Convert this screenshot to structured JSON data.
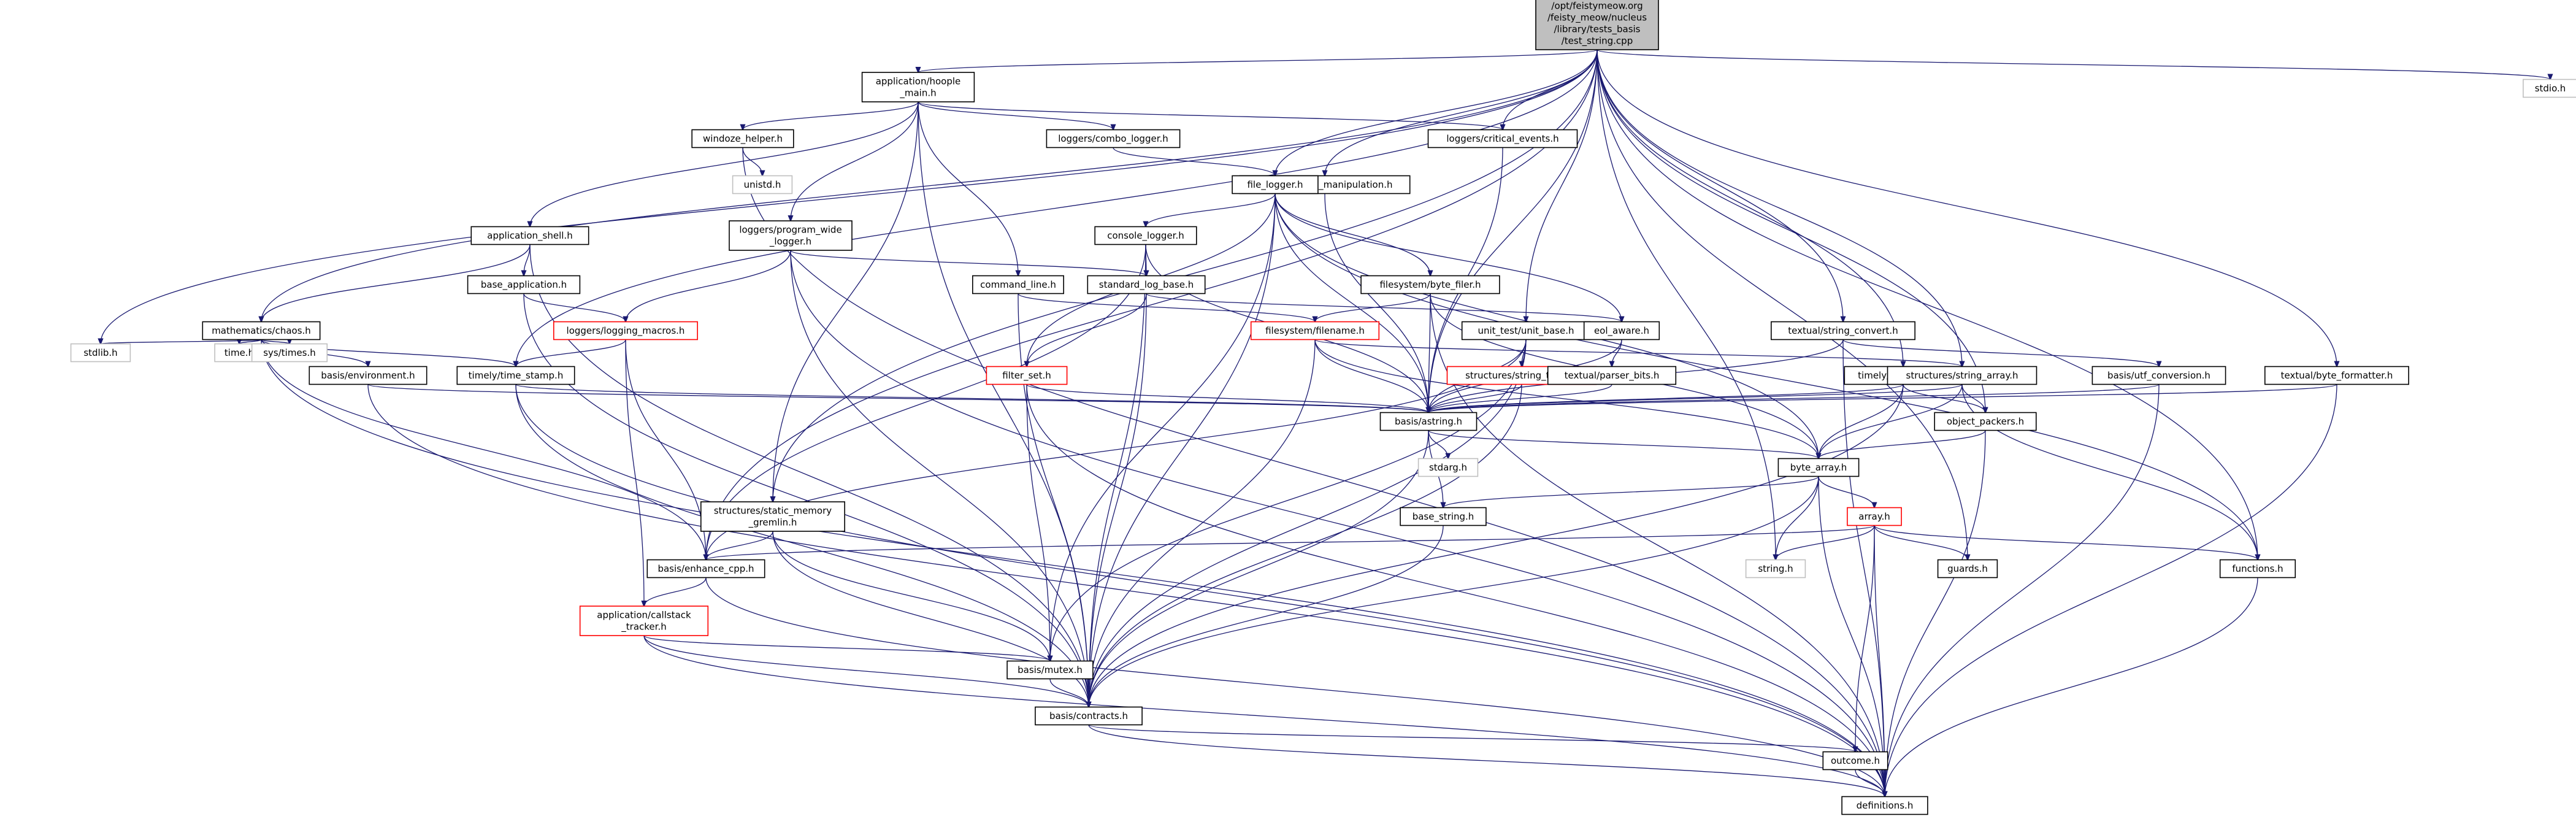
{
  "diagram": {
    "type": "include-dependency-graph",
    "root": "test_string",
    "colors": {
      "edge": "#191970",
      "root_fill": "#bfbfbf",
      "node_border": "#000000",
      "external_border": "#bfbfbf",
      "incomplete_border": "#ff0000"
    },
    "nodes": [
      {
        "id": "test_string",
        "lines": [
          "/opt/feistymeow.org",
          "/feisty_meow/nucleus",
          "/library/tests_basis",
          "/test_string.cpp"
        ],
        "kind": "root"
      },
      {
        "id": "hoople_main",
        "lines": [
          "application/hoople",
          "_main.h"
        ],
        "kind": "normal"
      },
      {
        "id": "windoze_helper",
        "lines": [
          "windoze_helper.h"
        ],
        "kind": "normal"
      },
      {
        "id": "unistd",
        "lines": [
          "unistd.h"
        ],
        "kind": "external"
      },
      {
        "id": "combo_logger",
        "lines": [
          "loggers/combo_logger.h"
        ],
        "kind": "normal"
      },
      {
        "id": "critical_events",
        "lines": [
          "loggers/critical_events.h"
        ],
        "kind": "normal"
      },
      {
        "id": "string_manipulation",
        "lines": [
          "textual/string_manipulation.h"
        ],
        "kind": "normal"
      },
      {
        "id": "file_logger",
        "lines": [
          "file_logger.h"
        ],
        "kind": "normal"
      },
      {
        "id": "application_shell",
        "lines": [
          "application_shell.h"
        ],
        "kind": "normal"
      },
      {
        "id": "program_wide_logger",
        "lines": [
          "loggers/program_wide",
          "_logger.h"
        ],
        "kind": "normal"
      },
      {
        "id": "console_logger",
        "lines": [
          "console_logger.h"
        ],
        "kind": "normal"
      },
      {
        "id": "base_application",
        "lines": [
          "base_application.h"
        ],
        "kind": "normal"
      },
      {
        "id": "command_line",
        "lines": [
          "command_line.h"
        ],
        "kind": "normal"
      },
      {
        "id": "standard_log_base",
        "lines": [
          "standard_log_base.h"
        ],
        "kind": "normal"
      },
      {
        "id": "byte_filer",
        "lines": [
          "filesystem/byte_filer.h"
        ],
        "kind": "normal"
      },
      {
        "id": "mathematics_chaos",
        "lines": [
          "mathematics/chaos.h"
        ],
        "kind": "normal"
      },
      {
        "id": "logging_macros",
        "lines": [
          "loggers/logging_macros.h"
        ],
        "kind": "incomplete"
      },
      {
        "id": "filename",
        "lines": [
          "filesystem/filename.h"
        ],
        "kind": "incomplete"
      },
      {
        "id": "unit_base",
        "lines": [
          "unit_test/unit_base.h"
        ],
        "kind": "normal"
      },
      {
        "id": "eol_aware",
        "lines": [
          "eol_aware.h"
        ],
        "kind": "normal"
      },
      {
        "id": "string_convert",
        "lines": [
          "textual/string_convert.h"
        ],
        "kind": "normal"
      },
      {
        "id": "stdlib",
        "lines": [
          "stdlib.h"
        ],
        "kind": "external"
      },
      {
        "id": "time_h",
        "lines": [
          "time.h"
        ],
        "kind": "external"
      },
      {
        "id": "sys_times",
        "lines": [
          "sys/times.h"
        ],
        "kind": "external"
      },
      {
        "id": "environment",
        "lines": [
          "basis/environment.h"
        ],
        "kind": "normal"
      },
      {
        "id": "time_stamp",
        "lines": [
          "timely/time_stamp.h"
        ],
        "kind": "normal"
      },
      {
        "id": "filter_set",
        "lines": [
          "filter_set.h"
        ],
        "kind": "incomplete"
      },
      {
        "id": "string_table",
        "lines": [
          "structures/string_table.h"
        ],
        "kind": "incomplete"
      },
      {
        "id": "parser_bits",
        "lines": [
          "textual/parser_bits.h"
        ],
        "kind": "normal"
      },
      {
        "id": "earth_time",
        "lines": [
          "timely/earth_time.h"
        ],
        "kind": "normal"
      },
      {
        "id": "string_array",
        "lines": [
          "structures/string_array.h"
        ],
        "kind": "normal"
      },
      {
        "id": "utf_conversion",
        "lines": [
          "basis/utf_conversion.h"
        ],
        "kind": "normal"
      },
      {
        "id": "byte_formatter",
        "lines": [
          "textual/byte_formatter.h"
        ],
        "kind": "normal"
      },
      {
        "id": "astring",
        "lines": [
          "basis/astring.h"
        ],
        "kind": "normal"
      },
      {
        "id": "object_packers",
        "lines": [
          "object_packers.h"
        ],
        "kind": "normal"
      },
      {
        "id": "stdarg",
        "lines": [
          "stdarg.h"
        ],
        "kind": "external"
      },
      {
        "id": "byte_array",
        "lines": [
          "byte_array.h"
        ],
        "kind": "normal"
      },
      {
        "id": "stdio",
        "lines": [
          "stdio.h"
        ],
        "kind": "external"
      },
      {
        "id": "static_memory_gremlin",
        "lines": [
          "structures/static_memory",
          "_gremlin.h"
        ],
        "kind": "normal"
      },
      {
        "id": "base_string",
        "lines": [
          "base_string.h"
        ],
        "kind": "normal"
      },
      {
        "id": "array_h",
        "lines": [
          "array.h"
        ],
        "kind": "incomplete"
      },
      {
        "id": "enhance_cpp",
        "lines": [
          "basis/enhance_cpp.h"
        ],
        "kind": "normal"
      },
      {
        "id": "string_h",
        "lines": [
          "string.h"
        ],
        "kind": "external"
      },
      {
        "id": "guards",
        "lines": [
          "guards.h"
        ],
        "kind": "normal"
      },
      {
        "id": "functions",
        "lines": [
          "functions.h"
        ],
        "kind": "normal"
      },
      {
        "id": "callstack_tracker",
        "lines": [
          "application/callstack",
          "_tracker.h"
        ],
        "kind": "incomplete"
      },
      {
        "id": "mutex",
        "lines": [
          "basis/mutex.h"
        ],
        "kind": "normal"
      },
      {
        "id": "contracts",
        "lines": [
          "basis/contracts.h"
        ],
        "kind": "normal"
      },
      {
        "id": "outcome",
        "lines": [
          "outcome.h"
        ],
        "kind": "normal"
      },
      {
        "id": "definitions",
        "lines": [
          "definitions.h"
        ],
        "kind": "normal"
      }
    ],
    "edges": [
      [
        "test_string",
        "hoople_main"
      ],
      [
        "test_string",
        "critical_events"
      ],
      [
        "test_string",
        "string_manipulation"
      ],
      [
        "test_string",
        "file_logger"
      ],
      [
        "test_string",
        "mathematics_chaos"
      ],
      [
        "test_string",
        "stdlib"
      ],
      [
        "test_string",
        "time_stamp"
      ],
      [
        "test_string",
        "enhance_cpp"
      ],
      [
        "test_string",
        "static_memory_gremlin"
      ],
      [
        "test_string",
        "astring"
      ],
      [
        "test_string",
        "unit_base"
      ],
      [
        "test_string",
        "string_h"
      ],
      [
        "test_string",
        "string_convert"
      ],
      [
        "test_string",
        "earth_time"
      ],
      [
        "test_string",
        "string_array"
      ],
      [
        "test_string",
        "byte_formatter"
      ],
      [
        "test_string",
        "object_packers"
      ],
      [
        "test_string",
        "guards"
      ],
      [
        "test_string",
        "functions"
      ],
      [
        "test_string",
        "stdio"
      ],
      [
        "hoople_main",
        "windoze_helper"
      ],
      [
        "hoople_main",
        "combo_logger"
      ],
      [
        "hoople_main",
        "critical_events"
      ],
      [
        "hoople_main",
        "application_shell"
      ],
      [
        "hoople_main",
        "program_wide_logger"
      ],
      [
        "hoople_main",
        "command_line"
      ],
      [
        "hoople_main",
        "static_memory_gremlin"
      ],
      [
        "hoople_main",
        "contracts"
      ],
      [
        "windoze_helper",
        "unistd"
      ],
      [
        "windoze_helper",
        "definitions"
      ],
      [
        "combo_logger",
        "file_logger"
      ],
      [
        "critical_events",
        "astring"
      ],
      [
        "string_manipulation",
        "astring"
      ],
      [
        "file_logger",
        "console_logger"
      ],
      [
        "file_logger",
        "byte_filer"
      ],
      [
        "file_logger",
        "filter_set"
      ],
      [
        "file_logger",
        "astring"
      ],
      [
        "file_logger",
        "eol_aware"
      ],
      [
        "file_logger",
        "byte_array"
      ],
      [
        "file_logger",
        "functions"
      ],
      [
        "file_logger",
        "contracts"
      ],
      [
        "file_logger",
        "mutex"
      ],
      [
        "application_shell",
        "base_application"
      ],
      [
        "application_shell",
        "mathematics_chaos"
      ],
      [
        "application_shell",
        "contracts"
      ],
      [
        "program_wide_logger",
        "standard_log_base"
      ],
      [
        "program_wide_logger",
        "logging_macros"
      ],
      [
        "program_wide_logger",
        "contracts"
      ],
      [
        "program_wide_logger",
        "definitions"
      ],
      [
        "console_logger",
        "standard_log_base"
      ],
      [
        "console_logger",
        "astring"
      ],
      [
        "console_logger",
        "enhance_cpp"
      ],
      [
        "console_logger",
        "contracts"
      ],
      [
        "base_application",
        "logging_macros"
      ],
      [
        "base_application",
        "contracts"
      ],
      [
        "command_line",
        "filename"
      ],
      [
        "command_line",
        "contracts"
      ],
      [
        "standard_log_base",
        "filter_set"
      ],
      [
        "standard_log_base",
        "eol_aware"
      ],
      [
        "standard_log_base",
        "contracts"
      ],
      [
        "byte_filer",
        "filename"
      ],
      [
        "byte_filer",
        "astring"
      ],
      [
        "byte_filer",
        "byte_array"
      ],
      [
        "byte_filer",
        "definitions"
      ],
      [
        "mathematics_chaos",
        "stdlib"
      ],
      [
        "mathematics_chaos",
        "time_h"
      ],
      [
        "mathematics_chaos",
        "sys_times"
      ],
      [
        "mathematics_chaos",
        "environment"
      ],
      [
        "mathematics_chaos",
        "time_stamp"
      ],
      [
        "mathematics_chaos",
        "enhance_cpp"
      ],
      [
        "mathematics_chaos",
        "definitions"
      ],
      [
        "logging_macros",
        "time_stamp"
      ],
      [
        "logging_macros",
        "callstack_tracker"
      ],
      [
        "logging_macros",
        "enhance_cpp"
      ],
      [
        "filename",
        "astring"
      ],
      [
        "filename",
        "string_array"
      ],
      [
        "filename",
        "byte_array"
      ],
      [
        "filename",
        "contracts"
      ],
      [
        "unit_base",
        "string_table"
      ],
      [
        "unit_base",
        "astring"
      ],
      [
        "unit_base",
        "enhance_cpp"
      ],
      [
        "unit_base",
        "mutex"
      ],
      [
        "unit_base",
        "contracts"
      ],
      [
        "eol_aware",
        "parser_bits"
      ],
      [
        "eol_aware",
        "astring"
      ],
      [
        "string_convert",
        "astring"
      ],
      [
        "string_convert",
        "utf_conversion"
      ],
      [
        "string_convert",
        "definitions"
      ],
      [
        "environment",
        "astring"
      ],
      [
        "environment",
        "definitions"
      ],
      [
        "time_stamp",
        "astring"
      ],
      [
        "time_stamp",
        "contracts"
      ],
      [
        "time_stamp",
        "definitions"
      ],
      [
        "filter_set",
        "astring"
      ],
      [
        "filter_set",
        "mutex"
      ],
      [
        "filter_set",
        "definitions"
      ],
      [
        "string_table",
        "astring"
      ],
      [
        "string_table",
        "contracts"
      ],
      [
        "parser_bits",
        "astring"
      ],
      [
        "earth_time",
        "astring"
      ],
      [
        "earth_time",
        "byte_array"
      ],
      [
        "earth_time",
        "object_packers"
      ],
      [
        "earth_time",
        "contracts"
      ],
      [
        "string_array",
        "astring"
      ],
      [
        "string_array",
        "byte_array"
      ],
      [
        "string_array",
        "object_packers"
      ],
      [
        "string_array",
        "functions"
      ],
      [
        "utf_conversion",
        "astring"
      ],
      [
        "utf_conversion",
        "definitions"
      ],
      [
        "byte_formatter",
        "astring"
      ],
      [
        "byte_formatter",
        "definitions"
      ],
      [
        "astring",
        "stdarg"
      ],
      [
        "astring",
        "base_string"
      ],
      [
        "astring",
        "byte_array"
      ],
      [
        "astring",
        "contracts"
      ],
      [
        "object_packers",
        "byte_array"
      ],
      [
        "object_packers",
        "definitions"
      ],
      [
        "byte_array",
        "array_h"
      ],
      [
        "byte_array",
        "base_string"
      ],
      [
        "byte_array",
        "string_h"
      ],
      [
        "byte_array",
        "contracts"
      ],
      [
        "byte_array",
        "definitions"
      ],
      [
        "static_memory_gremlin",
        "enhance_cpp"
      ],
      [
        "static_memory_gremlin",
        "mutex"
      ],
      [
        "static_memory_gremlin",
        "contracts"
      ],
      [
        "base_string",
        "contracts"
      ],
      [
        "array_h",
        "enhance_cpp"
      ],
      [
        "array_h",
        "string_h"
      ],
      [
        "array_h",
        "guards"
      ],
      [
        "array_h",
        "functions"
      ],
      [
        "array_h",
        "outcome"
      ],
      [
        "array_h",
        "definitions"
      ],
      [
        "enhance_cpp",
        "callstack_tracker"
      ],
      [
        "enhance_cpp",
        "definitions"
      ],
      [
        "callstack_tracker",
        "mutex"
      ],
      [
        "callstack_tracker",
        "contracts"
      ],
      [
        "callstack_tracker",
        "definitions"
      ],
      [
        "mutex",
        "contracts"
      ],
      [
        "functions",
        "definitions"
      ],
      [
        "contracts",
        "outcome"
      ],
      [
        "contracts",
        "definitions"
      ],
      [
        "outcome",
        "definitions"
      ]
    ]
  }
}
